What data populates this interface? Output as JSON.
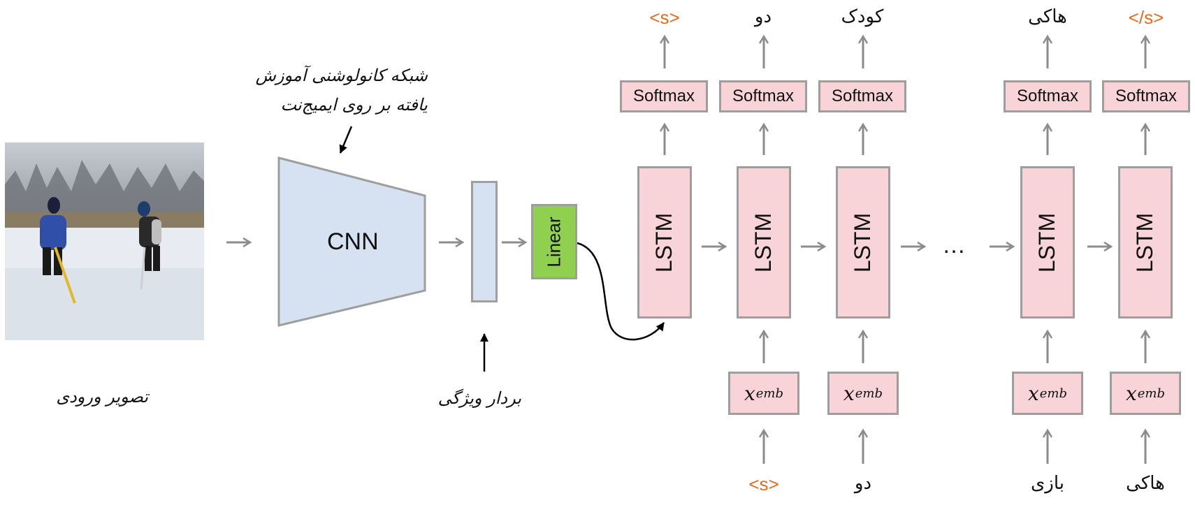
{
  "cnn_label": "CNN",
  "linear_label": "Linear",
  "lstm_label": "LSTM",
  "softmax_label": "Softmax",
  "ellipsis": "…",
  "emb_base": "x",
  "emb_sub": "emb",
  "cnn_caption_line1": "شبکه کانولوشنی آموزش",
  "cnn_caption_line2": "یافته بر روی ایمیج‌نت",
  "input_caption": "تصویر ورودی",
  "feature_caption": "بردار ویژگی",
  "outputs": [
    "<s>",
    "دو",
    "کودک",
    "هاکی",
    "</s>"
  ],
  "inputs": [
    "<s>",
    "دو",
    "بازی",
    "هاکی"
  ],
  "colors": {
    "box_fill": "#f8d4d8",
    "box_border": "#9e9e9e",
    "cnn_fill": "#d6e2f2",
    "linear_fill": "#8fd14f",
    "token_accent": "#e56c1e",
    "arrow": "#8c8c8c"
  }
}
